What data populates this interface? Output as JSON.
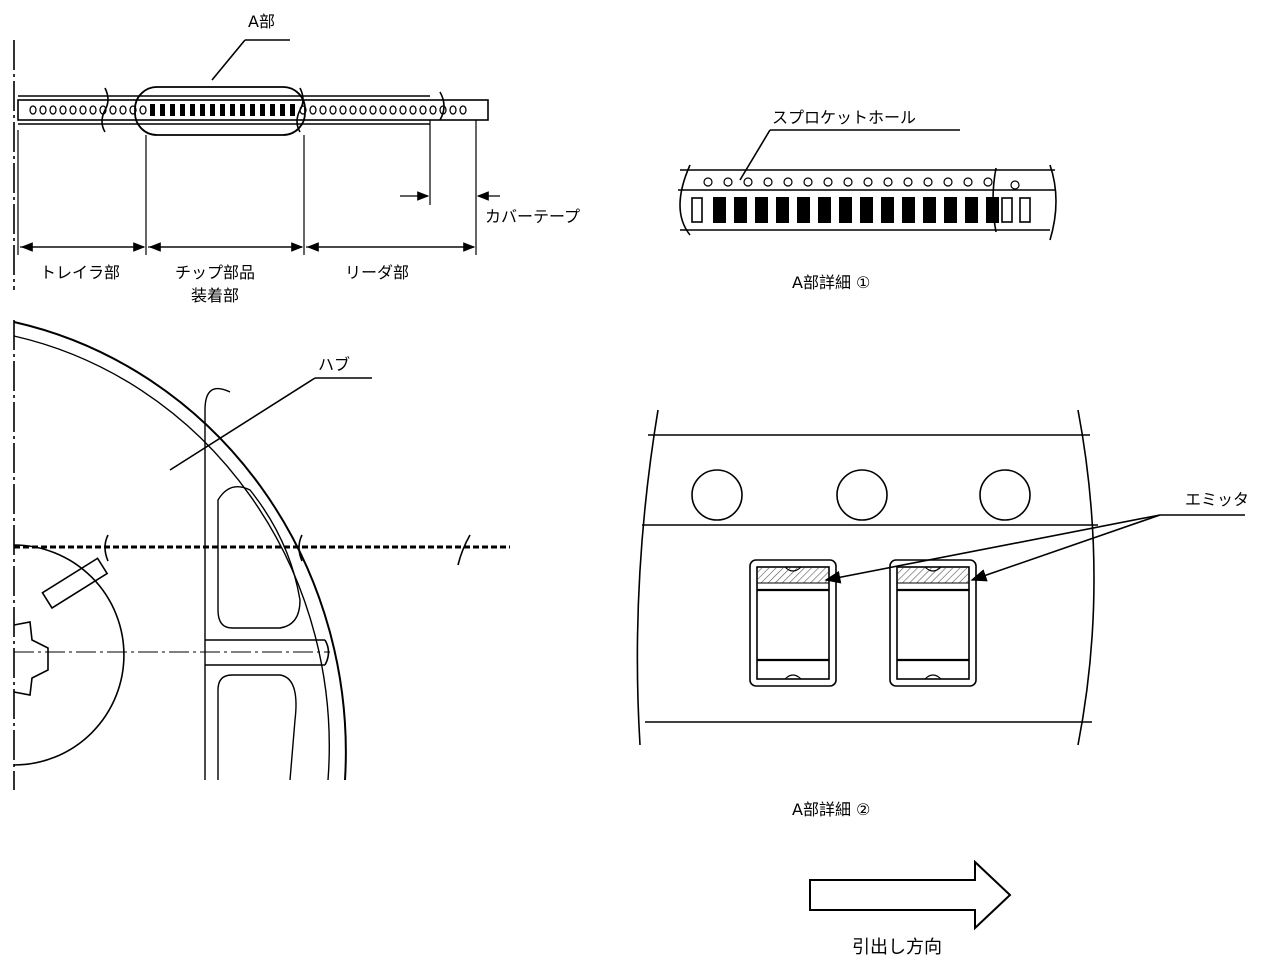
{
  "labels": {
    "section_a": "A部",
    "cover_tape": "カバーテープ",
    "trailer": "トレイラ部",
    "chip_mount_line1": "チップ部品",
    "chip_mount_line2": "装着部",
    "leader": "リーダ部",
    "sprocket_hole": "スプロケットホール",
    "detail_1": "A部詳細 ①",
    "hub": "ハブ",
    "emitter": "エミッタ",
    "detail_2": "A部詳細 ②",
    "pull_direction": "引出し方向"
  },
  "colors": {
    "line": "#000000",
    "background": "#ffffff",
    "hatch": "#555555"
  }
}
